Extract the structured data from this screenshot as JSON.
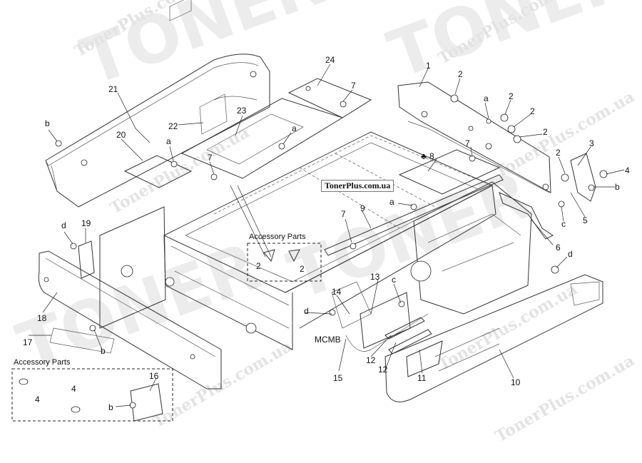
{
  "diagram": {
    "site_label": "TonerPlus.com.ua",
    "watermark": [
      "TONER",
      "TonerPlus.com.ua"
    ],
    "labels": {
      "l1": "1",
      "l2a": "2",
      "l2b": "2",
      "l2c": "2",
      "l2d": "2",
      "l2e": "2",
      "l3": "3",
      "l4": "4",
      "l5": "5",
      "l6": "6",
      "l7a": "7",
      "l7b": "7",
      "l7c": "7",
      "l7d": "7",
      "l8": "8",
      "l9": "9",
      "l10": "10",
      "l11": "11",
      "l12a": "12",
      "l12b": "12",
      "l13": "13",
      "l14": "14",
      "l15": "15",
      "l16": "16",
      "l17": "17",
      "l18": "18",
      "l19": "19",
      "l20": "20",
      "l21": "21",
      "l22": "22",
      "l23": "23",
      "l24": "24",
      "la1": "a",
      "la2": "a",
      "la3": "a",
      "la4": "a",
      "lb1": "b",
      "lb2": "b",
      "lb3": "b",
      "lb4": "b",
      "lc1": "c",
      "lc2": "c",
      "ld1": "d",
      "ld2": "d",
      "ld3": "d",
      "mcmb": "MCMB"
    },
    "accessory_boxes": [
      {
        "title": "Accessory Parts",
        "items": [
          "2",
          "2"
        ]
      },
      {
        "title": "Accessory Parts",
        "items": [
          "4",
          "4"
        ]
      }
    ]
  }
}
